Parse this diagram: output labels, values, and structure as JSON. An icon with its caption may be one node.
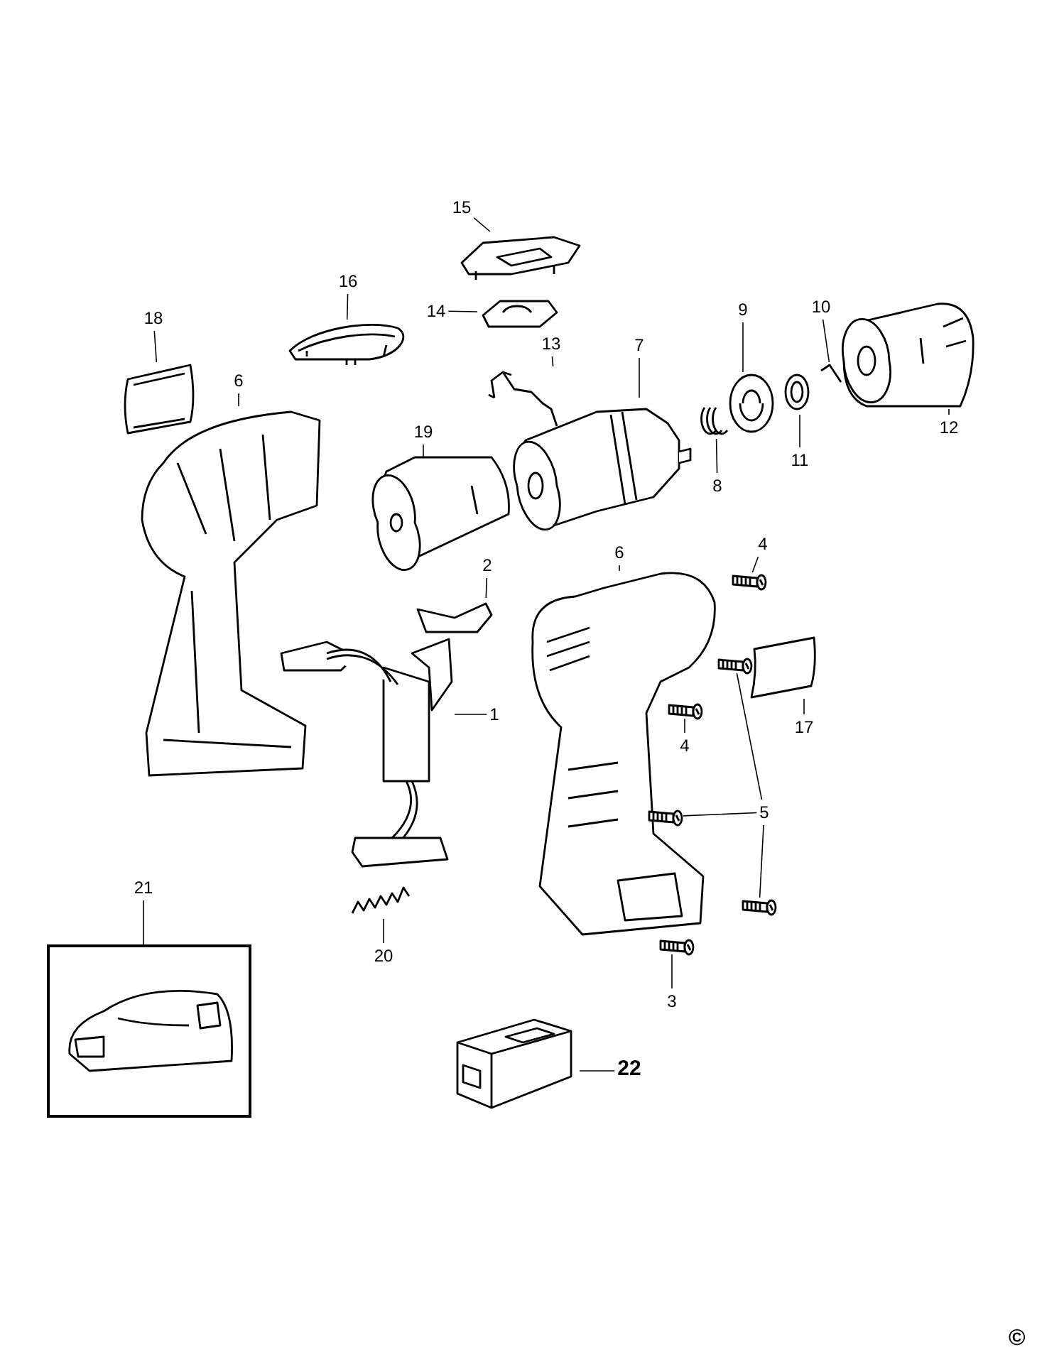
{
  "diagram": {
    "nodes": [
      {
        "text": [
          "15"
        ]
      },
      {
        "text": [],
        "shape": "picture"
      },
      {
        "text": [
          "16"
        ]
      },
      {
        "text": [],
        "shape": "picture"
      },
      {
        "text": [
          "14"
        ]
      },
      {
        "text": [],
        "shape": "picture"
      },
      {
        "text": [
          "18"
        ]
      },
      {
        "text": [],
        "shape": "picture"
      },
      {
        "text": [
          "13"
        ]
      },
      {
        "text": [],
        "shape": "picture"
      },
      {
        "text": [
          "7"
        ]
      },
      {
        "text": [],
        "shape": "picture"
      },
      {
        "text": [
          "9"
        ]
      },
      {
        "text": [],
        "shape": "picture"
      },
      {
        "text": [
          "10"
        ]
      },
      {
        "text": [],
        "shape": "picture"
      },
      {
        "text": [
          "12"
        ]
      },
      {
        "text": [],
        "shape": "picture"
      },
      {
        "text": [
          "6"
        ]
      },
      {
        "text": [],
        "shape": "picture"
      },
      {
        "text": [
          "19"
        ]
      },
      {
        "text": [],
        "shape": "picture"
      },
      {
        "text": [
          "8"
        ]
      },
      {
        "text": [],
        "shape": "picture"
      },
      {
        "text": [
          "11"
        ]
      },
      {
        "text": [],
        "shape": "picture"
      },
      {
        "text": [
          "2"
        ]
      },
      {
        "text": [],
        "shape": "picture"
      },
      {
        "text": [
          "6"
        ]
      },
      {
        "text": [],
        "shape": "picture"
      },
      {
        "text": [
          "4"
        ]
      },
      {
        "text": [],
        "shape": "picture"
      },
      {
        "text": [
          "1"
        ]
      },
      {
        "text": [],
        "shape": "picture"
      },
      {
        "text": [
          "17"
        ]
      },
      {
        "text": [],
        "shape": "picture"
      },
      {
        "text": [
          "4"
        ]
      },
      {
        "text": [],
        "shape": "picture"
      },
      {
        "text": [
          "5"
        ]
      },
      {
        "text": [],
        "shape": "picture"
      },
      {
        "text": [],
        "shape": "picture"
      },
      {
        "text": [],
        "shape": "picture"
      },
      {
        "text": [
          "20"
        ]
      },
      {
        "text": [],
        "shape": "picture"
      },
      {
        "text": [
          "21"
        ]
      },
      {
        "text": [],
        "shape": "box"
      },
      {
        "text": [],
        "shape": "picture",
        "in": 45
      },
      {
        "text": [
          "3"
        ]
      },
      {
        "text": [],
        "shape": "picture"
      },
      {
        "text": [
          "22"
        ]
      },
      {
        "text": [],
        "shape": "picture"
      }
    ],
    "edges": [
      {
        "from": 0,
        "to": 1,
        "arrow": "none"
      },
      {
        "from": 2,
        "to": 3,
        "arrow": "none"
      },
      {
        "from": 4,
        "to": 5,
        "arrow": "none"
      },
      {
        "from": 6,
        "to": 7,
        "arrow": "none"
      },
      {
        "from": 8,
        "to": 9,
        "arrow": "none"
      },
      {
        "from": 10,
        "to": 11,
        "arrow": "none"
      },
      {
        "from": 12,
        "to": 13,
        "arrow": "none"
      },
      {
        "from": 14,
        "to": 15,
        "arrow": "none"
      },
      {
        "from": 16,
        "to": 17,
        "arrow": "none"
      },
      {
        "from": 18,
        "to": 19,
        "arrow": "none"
      },
      {
        "from": 20,
        "to": 21,
        "arrow": "none"
      },
      {
        "from": 22,
        "to": 23,
        "arrow": "none"
      },
      {
        "from": 24,
        "to": 25,
        "arrow": "none"
      },
      {
        "from": 26,
        "to": 27,
        "arrow": "none"
      },
      {
        "from": 28,
        "to": 29,
        "arrow": "none"
      },
      {
        "from": 30,
        "to": 31,
        "arrow": "none"
      },
      {
        "from": 32,
        "to": 33,
        "arrow": "none"
      },
      {
        "from": 34,
        "to": 35,
        "arrow": "none"
      },
      {
        "from": 36,
        "to": 37,
        "arrow": "none"
      },
      {
        "from": 38,
        "to": 39,
        "arrow": "none"
      },
      {
        "from": 38,
        "to": 40,
        "arrow": "none"
      },
      {
        "from": 38,
        "to": 41,
        "arrow": "none"
      },
      {
        "from": 42,
        "to": 43,
        "arrow": "none"
      },
      {
        "from": 44,
        "to": 45,
        "arrow": "none"
      },
      {
        "from": 47,
        "to": 48,
        "arrow": "none"
      },
      {
        "from": 49,
        "to": 50,
        "arrow": "none"
      }
    ],
    "labels": [
      "©"
    ]
  }
}
